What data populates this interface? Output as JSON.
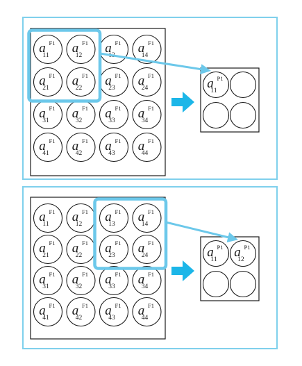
{
  "colors": {
    "panel_border": "#7fd0ec",
    "highlight": "#6cc8ea",
    "arrow": "#1cb6e8",
    "ink": "#1a1a1a"
  },
  "panels": [
    {
      "input": {
        "symbol": "a",
        "superscript": "F1",
        "subscripts": [
          [
            "11",
            "12",
            "13",
            "14"
          ],
          [
            "21",
            "22",
            "23",
            "24"
          ],
          [
            "31",
            "32",
            "33",
            "34"
          ],
          [
            "41",
            "42",
            "43",
            "44"
          ]
        ]
      },
      "window": {
        "rows": [
          0,
          1
        ],
        "cols": [
          0,
          1
        ]
      },
      "output": {
        "symbol": "a",
        "superscript": "P1",
        "filled": [
          {
            "row": 0,
            "col": 0,
            "subscript": "11"
          }
        ]
      }
    },
    {
      "input": {
        "symbol": "a",
        "superscript": "F1",
        "subscripts": [
          [
            "11",
            "12",
            "13",
            "14"
          ],
          [
            "21",
            "22",
            "23",
            "24"
          ],
          [
            "31",
            "32",
            "33",
            "34"
          ],
          [
            "41",
            "42",
            "43",
            "44"
          ]
        ]
      },
      "window": {
        "rows": [
          0,
          1
        ],
        "cols": [
          2,
          3
        ]
      },
      "output": {
        "symbol": "a",
        "superscript": "P1",
        "filled": [
          {
            "row": 0,
            "col": 0,
            "subscript": "11"
          },
          {
            "row": 0,
            "col": 1,
            "subscript": "12"
          }
        ]
      }
    }
  ]
}
